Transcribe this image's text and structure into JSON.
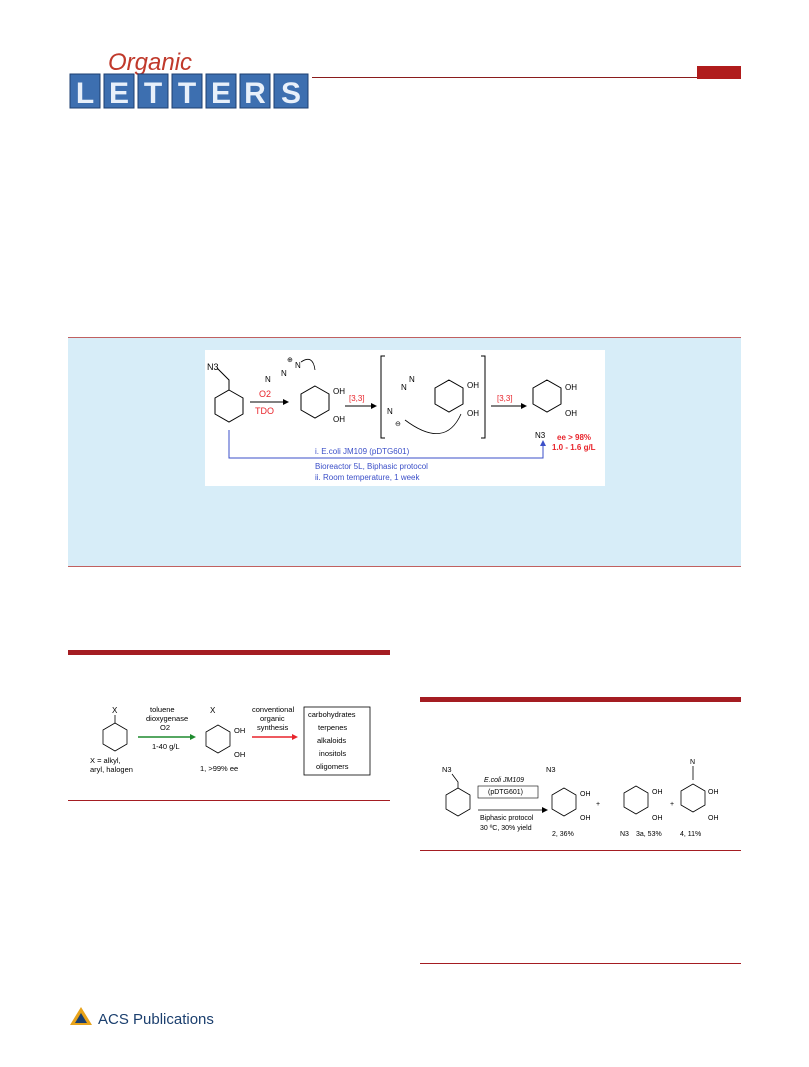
{
  "header": {
    "journal_script": "Organic",
    "journal_letters": [
      "L",
      "E",
      "T",
      "T",
      "E",
      "R",
      "S"
    ]
  },
  "abstract_graphic": {
    "start_label": "N3",
    "arrow1_top": "O2",
    "arrow1_bottom": "TDO",
    "arrow2_label": "[3,3]",
    "arrow3_label": "[3,3]",
    "oh": "OH",
    "azide_n": "N",
    "plus": "⊕",
    "minus": "⊖",
    "product_n3": "N3",
    "ee": "ee > 98%",
    "titer": "1.0 - 1.6 g/L",
    "cond1": "i. E.coli JM109 (pDTG601)",
    "cond2": "Bioreactor 5L, Biphasic protocol",
    "cond3": "ii. Room temperature, 1 week"
  },
  "figure1": {
    "x": "X",
    "arrow_green_top": [
      "toluene",
      "dioxygenase",
      "O2"
    ],
    "arrow_green_bottom": "1-40 g/L",
    "arrow_red_top": [
      "conventional",
      "organic",
      "synthesis"
    ],
    "sub_label": [
      "X = alkyl,",
      "aryl, halogen"
    ],
    "product_label": "1, >99% ee",
    "oh": "OH",
    "box_items": [
      "carbohydrates",
      "terpenes",
      "alkaloids",
      "inositols",
      "oligomers"
    ]
  },
  "figure2": {
    "n3": "N3",
    "cond": [
      "E.coli JM109",
      "(pDTG601)",
      "Biphasic protocol",
      "30 ºC, 30% yield"
    ],
    "oh": "OH",
    "plus": "+",
    "n": "N",
    "p2": "2, 36%",
    "p3": "3a, 53%",
    "p4": "4, 11%"
  },
  "footer": {
    "publisher": "ACS Publications"
  },
  "colors": {
    "accent": "#a41d22",
    "band": "#d7edf8",
    "blue": "#3b4fc8",
    "red": "#e8242b",
    "green": "#1e8a2e"
  }
}
